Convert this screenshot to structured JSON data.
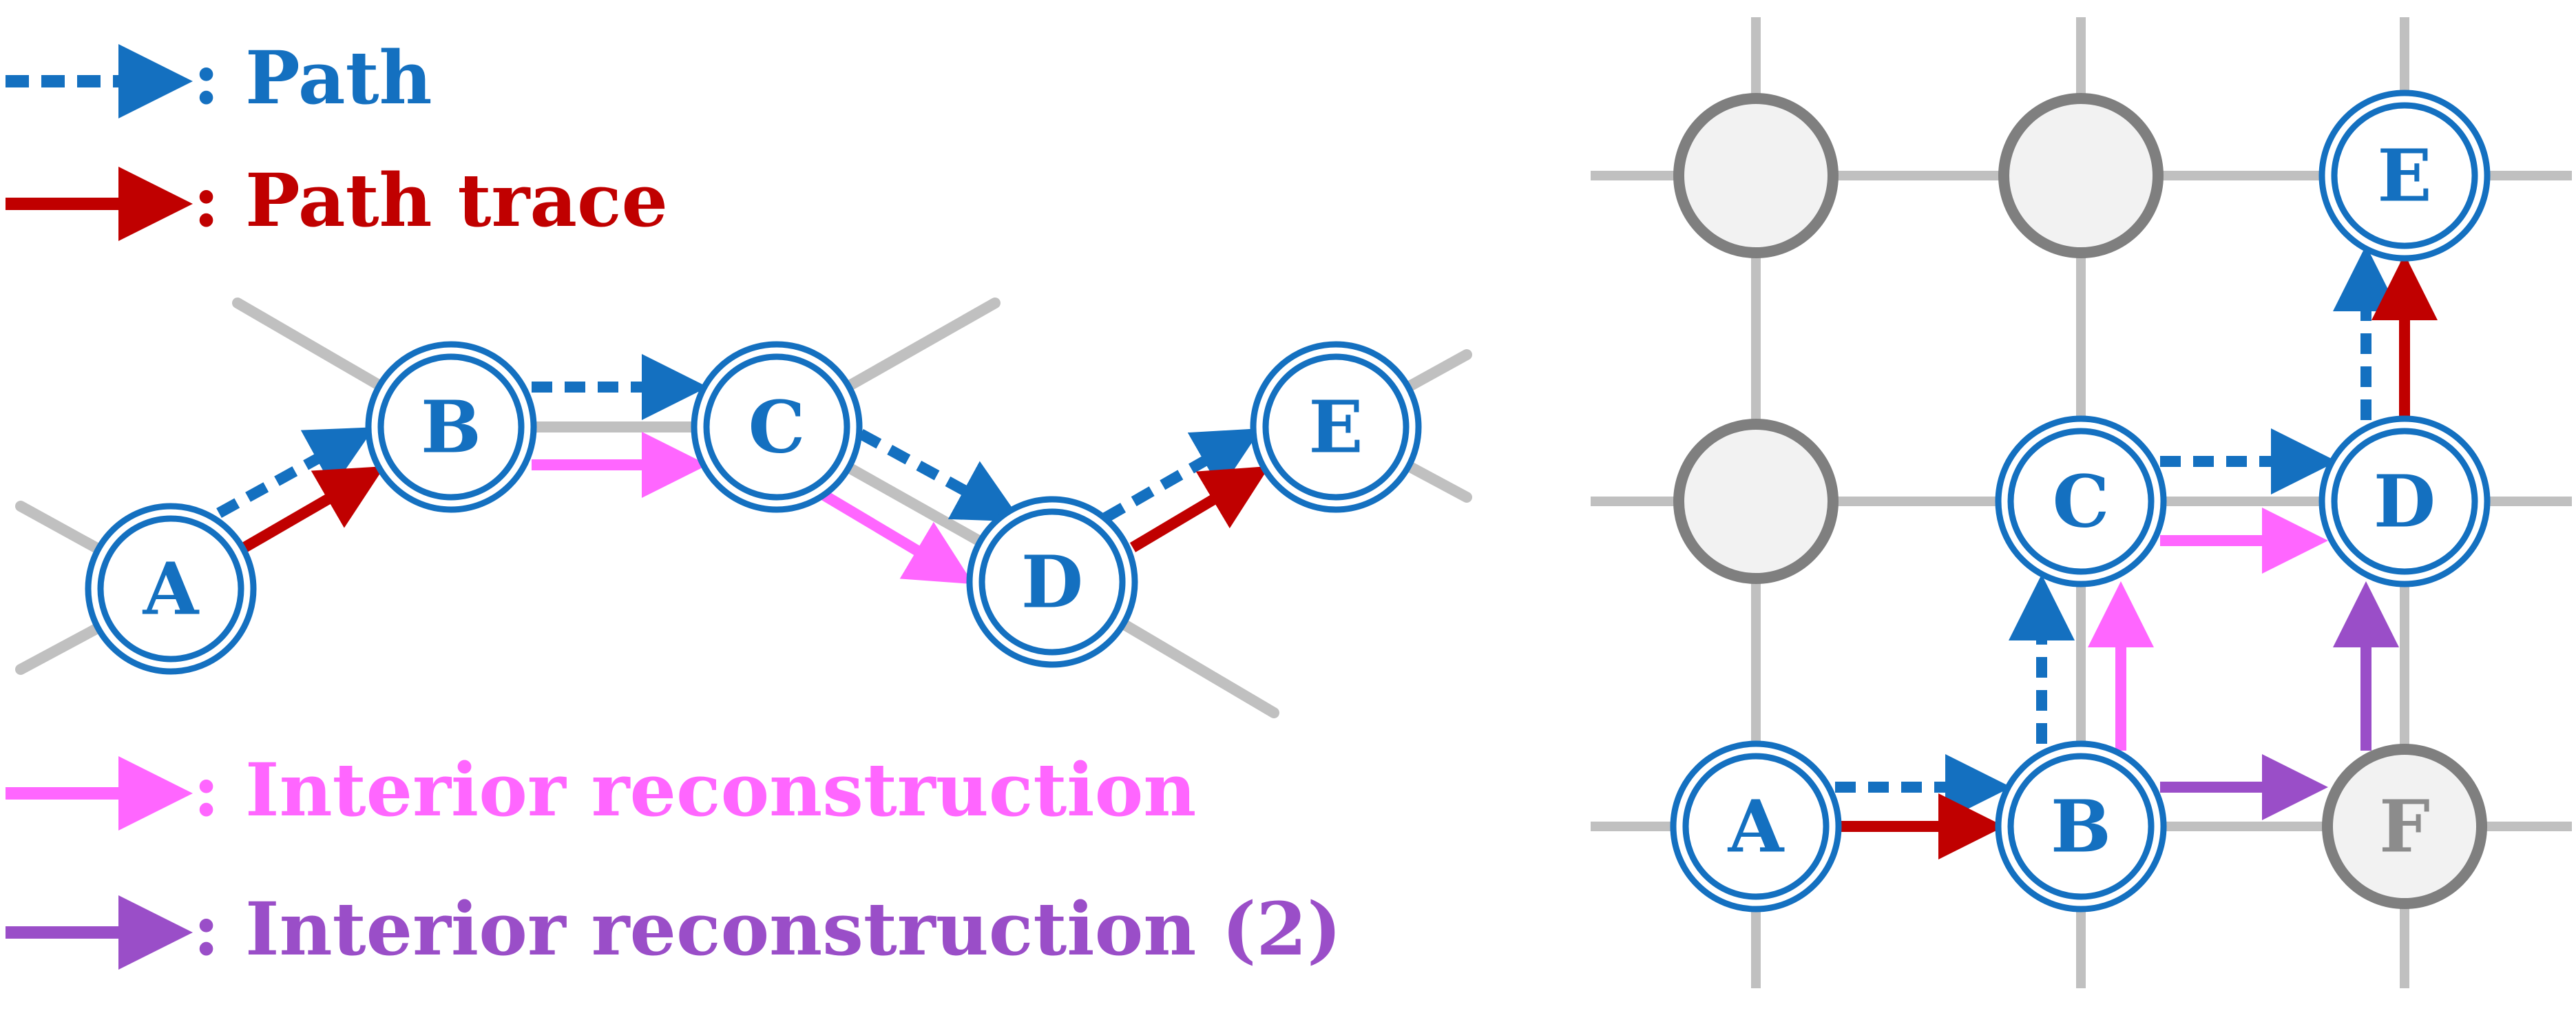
{
  "colors": {
    "path": "#1470c0",
    "path_trace": "#c00000",
    "interior": "#ff66ff",
    "interior2": "#9a4ec8",
    "grid": "#c0c0c0",
    "node_stroke": "#1470c0",
    "empty_node_stroke": "#7f7f7f",
    "empty_node_fill": "#f2f2f2",
    "empty_label": "#8c8c8c"
  },
  "legend": {
    "path": ": Path",
    "path_trace": ": Path trace",
    "interior": ": Interior reconstruction",
    "interior2": ": Interior reconstruction (2)"
  },
  "left_diagram": {
    "nodes": {
      "A": "A",
      "B": "B",
      "C": "C",
      "D": "D",
      "E": "E"
    }
  },
  "right_diagram": {
    "nodes": {
      "A": "A",
      "B": "B",
      "C": "C",
      "D": "D",
      "E": "E",
      "F": "F"
    }
  }
}
